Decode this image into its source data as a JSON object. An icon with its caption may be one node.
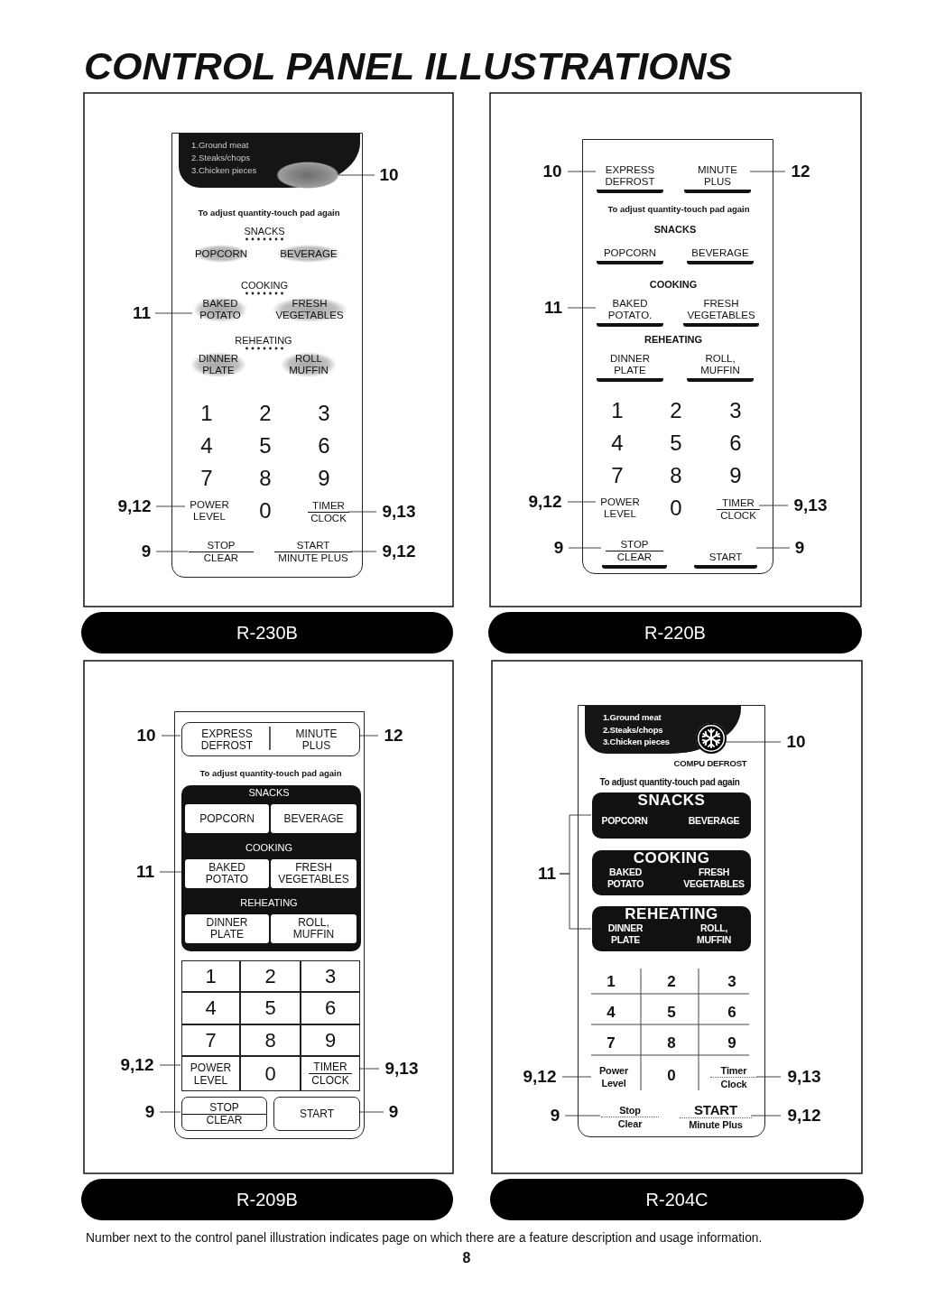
{
  "diagram": {
    "title": "CONTROL PANEL ILLUSTRATIONS",
    "caption": "Number next to the control panel illustration indicates page on which there are a feature description and usage information.",
    "nodes": [
      {
        "text": [],
        "shape": "box"
      },
      {
        "text": [
          "1.Ground meat",
          "2.Steaks/chops",
          "3.Chicken pieces"
        ],
        "in": 0
      },
      {
        "text": [],
        "shape": "oval",
        "in": 1
      },
      {
        "text": [
          "10"
        ]
      },
      {
        "text": [
          "POPCORN"
        ],
        "in": 0
      },
      {
        "text": [
          "BEVERAGE"
        ],
        "in": 0
      },
      {
        "text": [
          "11"
        ]
      },
      {
        "text": [
          "BAKED POTATO"
        ],
        "in": 0
      },
      {
        "text": [
          "FRESH VEGETABLES"
        ],
        "in": 0
      },
      {
        "text": [
          "DINNER PLATE"
        ],
        "in": 0
      },
      {
        "text": [
          "ROLL MUFFIN"
        ],
        "in": 0
      },
      {
        "text": [
          "9,12"
        ]
      },
      {
        "text": [
          "POWER LEVEL"
        ],
        "in": 0
      },
      {
        "text": [
          "TIMER",
          "CLOCK"
        ],
        "in": 0
      },
      {
        "text": [
          "9,13"
        ]
      },
      {
        "text": [
          "9"
        ]
      },
      {
        "text": [
          "STOP",
          "CLEAR"
        ],
        "in": 0
      },
      {
        "text": [
          "START",
          "MINUTE PLUS"
        ],
        "in": 0
      },
      {
        "text": [
          "9,12"
        ]
      },
      {
        "text": [
          "R-230B"
        ]
      },
      {
        "text": [],
        "shape": "box"
      },
      {
        "text": [
          "10"
        ]
      },
      {
        "text": [
          "EXPRESS DEFROST"
        ],
        "in": 20
      },
      {
        "text": [
          "MINUTE PLUS"
        ],
        "in": 20
      },
      {
        "text": [
          "12"
        ]
      },
      {
        "text": [
          "POPCORN"
        ],
        "in": 20
      },
      {
        "text": [
          "BEVERAGE"
        ],
        "in": 20
      },
      {
        "text": [
          "11"
        ]
      },
      {
        "text": [
          "BAKED POTATO."
        ],
        "in": 20
      },
      {
        "text": [
          "FRESH VEGETABLES"
        ],
        "in": 20
      },
      {
        "text": [
          "DINNER PLATE"
        ],
        "in": 20
      },
      {
        "text": [
          "ROLL, MUFFIN"
        ],
        "in": 20
      },
      {
        "text": [
          "9,12"
        ]
      },
      {
        "text": [
          "POWER LEVEL"
        ],
        "in": 20
      },
      {
        "text": [
          "TIMER",
          "CLOCK"
        ],
        "in": 20
      },
      {
        "text": [
          "9,13"
        ]
      },
      {
        "text": [
          "9"
        ]
      },
      {
        "text": [
          "STOP",
          "CLEAR"
        ],
        "in": 20
      },
      {
        "text": [
          "START"
        ],
        "in": 20
      },
      {
        "text": [
          "9"
        ]
      },
      {
        "text": [
          "R-220B"
        ]
      },
      {
        "text": [],
        "shape": "box"
      },
      {
        "text": [
          "10"
        ]
      },
      {
        "text": [],
        "shape": "box",
        "in": 41
      },
      {
        "text": [
          "EXPRESS DEFROST"
        ],
        "in": 43
      },
      {
        "text": [
          "MINUTE PLUS"
        ],
        "in": 43
      },
      {
        "text": [
          "12"
        ]
      },
      {
        "text": [],
        "shape": "box",
        "in": 41
      },
      {
        "text": [
          "POPCORN"
        ],
        "in": 47
      },
      {
        "text": [
          "BEVERAGE"
        ],
        "in": 47
      },
      {
        "text": [
          "11"
        ]
      },
      {
        "text": [
          "BAKED POTATO"
        ],
        "in": 47
      },
      {
        "text": [
          "FRESH VEGETABLES"
        ],
        "in": 47
      },
      {
        "text": [
          "DINNER PLATE"
        ],
        "in": 47
      },
      {
        "text": [
          "ROLL, MUFFIN"
        ],
        "in": 47
      },
      {
        "text": [
          "1"
        ],
        "in": 41
      },
      {
        "text": [
          "2"
        ],
        "in": 41
      },
      {
        "text": [
          "3"
        ],
        "in": 41
      },
      {
        "text": [
          "4"
        ],
        "in": 41
      },
      {
        "text": [
          "5"
        ],
        "in": 41
      },
      {
        "text": [
          "6"
        ],
        "in": 41
      },
      {
        "text": [
          "7"
        ],
        "in": 41
      },
      {
        "text": [
          "8"
        ],
        "in": 41
      },
      {
        "text": [
          "9"
        ],
        "in": 41
      },
      {
        "text": [
          "9,12"
        ]
      },
      {
        "text": [
          "POWER LEVEL"
        ],
        "in": 41
      },
      {
        "text": [
          "0"
        ],
        "in": 41
      },
      {
        "text": [
          "TIMER",
          "CLOCK"
        ],
        "in": 41
      },
      {
        "text": [
          "9,13"
        ]
      },
      {
        "text": [
          "9"
        ]
      },
      {
        "text": [
          "STOP",
          "CLEAR"
        ],
        "in": 41
      },
      {
        "text": [
          "START"
        ],
        "in": 41
      },
      {
        "text": [
          "9"
        ]
      },
      {
        "text": [
          "R-209B"
        ]
      },
      {
        "text": [],
        "shape": "box"
      },
      {
        "text": [
          "1.Ground meat",
          "2.Steaks/chops",
          "3.Chicken pieces"
        ],
        "in": 74
      },
      {
        "text": [],
        "shape": "circle",
        "beside": [
          "COMPU DEFROST"
        ],
        "in": 75
      },
      {
        "text": [
          "10"
        ]
      },
      {
        "text": [
          "SNACKS"
        ],
        "in": 74
      },
      {
        "text": [
          "POPCORN"
        ],
        "in": 78
      },
      {
        "text": [
          "BEVERAGE"
        ],
        "in": 78
      },
      {
        "text": [
          "11"
        ]
      },
      {
        "text": [
          "COOKING"
        ],
        "in": 74
      },
      {
        "text": [
          "BAKED POTATO"
        ],
        "in": 82
      },
      {
        "text": [
          "FRESH VEGETABLES"
        ],
        "in": 82
      },
      {
        "text": [
          "REHEATING"
        ],
        "in": 74
      },
      {
        "text": [
          "DINNER PLATE"
        ],
        "in": 85
      },
      {
        "text": [
          "ROLL, MUFFIN"
        ],
        "in": 85
      },
      {
        "text": [
          "9,12"
        ]
      },
      {
        "text": [
          "Power Level"
        ],
        "in": 74
      },
      {
        "text": [
          "Timer",
          "Clock"
        ],
        "in": 74
      },
      {
        "text": [
          "9,13"
        ]
      },
      {
        "text": [
          "9"
        ]
      },
      {
        "text": [
          "Stop",
          "Clear"
        ],
        "in": 74
      },
      {
        "text": [
          "START",
          "Minute Plus"
        ],
        "in": 74
      },
      {
        "text": [
          "9,12"
        ]
      },
      {
        "text": [
          "R-204C"
        ]
      }
    ],
    "edges": [
      {
        "from": 3,
        "to": 2,
        "arrow": "none"
      },
      {
        "from": 6,
        "to": 7,
        "arrow": "none"
      },
      {
        "from": 11,
        "to": 12,
        "arrow": "none"
      },
      {
        "from": 14,
        "to": 13,
        "arrow": "none"
      },
      {
        "from": 15,
        "to": 16,
        "arrow": "none"
      },
      {
        "from": 18,
        "to": 17,
        "arrow": "none"
      },
      {
        "from": 21,
        "to": 22,
        "arrow": "none"
      },
      {
        "from": 24,
        "to": 23,
        "arrow": "none"
      },
      {
        "from": 27,
        "to": 28,
        "arrow": "none"
      },
      {
        "from": 32,
        "to": 33,
        "arrow": "none"
      },
      {
        "from": 35,
        "to": 34,
        "arrow": "none"
      },
      {
        "from": 36,
        "to": 37,
        "arrow": "none"
      },
      {
        "from": 39,
        "to": 38,
        "arrow": "none"
      },
      {
        "from": 42,
        "to": 44,
        "arrow": "none"
      },
      {
        "from": 46,
        "to": 45,
        "arrow": "none"
      },
      {
        "from": 50,
        "to": 51,
        "arrow": "none"
      },
      {
        "from": 64,
        "to": 65,
        "arrow": "none"
      },
      {
        "from": 68,
        "to": 67,
        "arrow": "none"
      },
      {
        "from": 69,
        "to": 70,
        "arrow": "none"
      },
      {
        "from": 72,
        "to": 71,
        "arrow": "none"
      },
      {
        "from": 77,
        "to": 76,
        "arrow": "none"
      },
      {
        "from": 81,
        "to": 78,
        "arrow": "none"
      },
      {
        "from": 81,
        "to": 85,
        "arrow": "none"
      },
      {
        "from": 88,
        "to": 89,
        "arrow": "none"
      },
      {
        "from": 91,
        "to": 90,
        "arrow": "none"
      },
      {
        "from": 92,
        "to": 93,
        "arrow": "none"
      },
      {
        "from": 95,
        "to": 94,
        "arrow": "none"
      }
    ],
    "labels": [
      "To adjust quantity-touch pad again",
      "SNACKS",
      "COOKING",
      "REHEATING",
      "1",
      "2",
      "3",
      "4",
      "5",
      "6",
      "7",
      "8",
      "9",
      "0",
      "To adjust quantity-touch pad again",
      "SNACKS",
      "COOKING",
      "REHEATING",
      "1",
      "2",
      "3",
      "4",
      "5",
      "6",
      "7",
      "8",
      "9",
      "0",
      "To adjust quantity-touch pad again",
      "SNACKS",
      "COOKING",
      "REHEATING",
      "To adjust quantity-touch pad again",
      "1",
      "2",
      "3",
      "4",
      "5",
      "6",
      "7",
      "8",
      "9",
      "0",
      "8"
    ]
  }
}
